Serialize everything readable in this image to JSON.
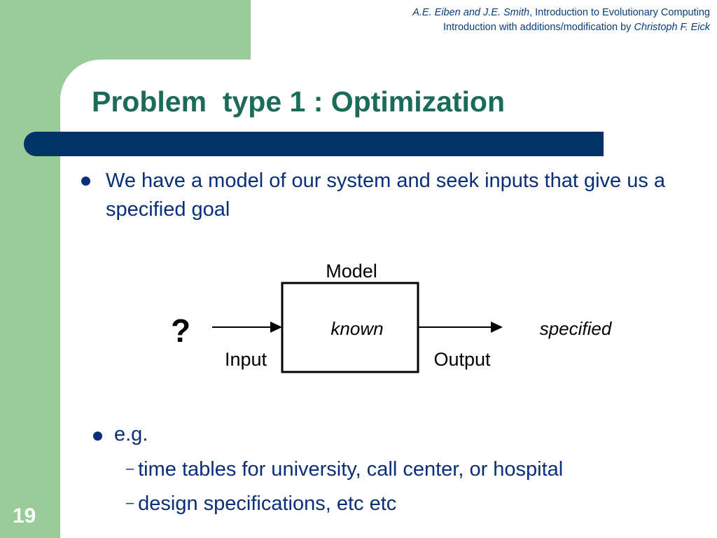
{
  "credit": {
    "authors": "A.E. Eiben and J.E. Smith",
    "book": ", Introduction to Evolutionary Computing",
    "modified_prefix": "Introduction with additions/modification by ",
    "modifier": "Christoph F. Eick"
  },
  "slide": {
    "title": "Problem  type 1 : Optimization",
    "bullet1": "We have a model of our system and seek inputs that give us a specified goal",
    "example_label": "e.g.",
    "examples": [
      "time tables for university, call center, or hospital",
      "design specifications, etc etc"
    ],
    "number": "19"
  },
  "diagram": {
    "model_label": "Model",
    "box_text": "known",
    "input_symbol": "?",
    "input_label": "Input",
    "output_label": "Output",
    "output_text": "specified"
  },
  "colors": {
    "green": "#99cc99",
    "title": "#1a6b5a",
    "bar": "#003366",
    "text": "#0a2f7a"
  }
}
